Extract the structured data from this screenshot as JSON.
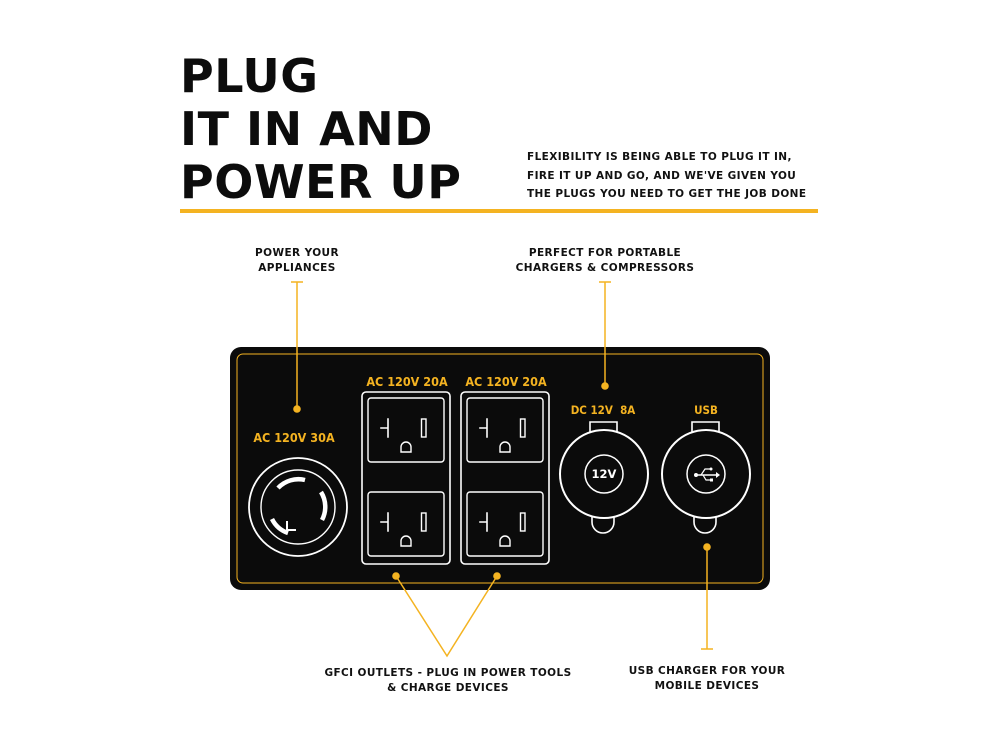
{
  "headline": {
    "lines": [
      "PLUG",
      "IT IN AND",
      "POWER UP"
    ]
  },
  "tagline": {
    "lines": [
      "FLEXIBILITY IS BEING ABLE TO PLUG IT IN,",
      "FIRE IT UP AND GO, AND WE'VE GIVEN YOU",
      "THE PLUGS YOU NEED TO GET THE JOB DONE"
    ]
  },
  "callouts": {
    "appliances": [
      "POWER YOUR",
      "APPLIANCES"
    ],
    "chargers": [
      "PERFECT FOR PORTABLE",
      "CHARGERS & COMPRESSORS"
    ],
    "gfci": [
      "GFCI OUTLETS - PLUG IN POWER TOOLS",
      "& CHARGE DEVICES"
    ],
    "usb": [
      "USB CHARGER FOR YOUR",
      "MOBILE DEVICES"
    ]
  },
  "panel": {
    "twist_lock_label": "AC 120V 30A",
    "duplex_labels": [
      "AC 120V 20A",
      "AC 120V 20A"
    ],
    "dc_label": "DC 12V  8A",
    "dc_socket_text": "12V",
    "usb_label": "USB"
  },
  "icons": {
    "usb": "usb-icon",
    "twist_lock": "twist-lock-outlet-icon",
    "duplex": "nema-5-20-outlet-icon",
    "dc": "12v-socket-icon"
  },
  "colors": {
    "accent": "#f4b321",
    "panel": "#0b0b0b",
    "text": "#111111"
  }
}
